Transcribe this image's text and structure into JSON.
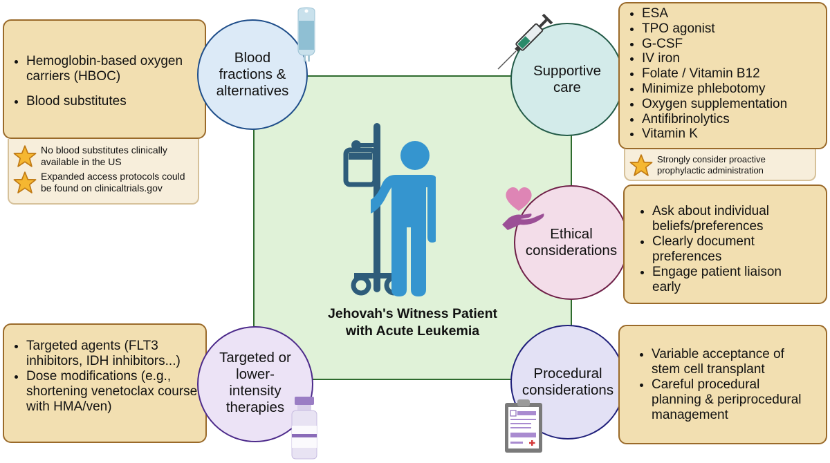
{
  "center": {
    "title_line1": "Jehovah's Witness Patient",
    "title_line2": "with Acute Leukemia",
    "icon": "patient-with-iv-pole-icon"
  },
  "topics": {
    "blood": {
      "circle_line1": "Blood",
      "circle_line2": "fractions &",
      "circle_line3": "alternatives",
      "icon": "iv-bag-icon",
      "items": [
        "Hemoglobin-based oxygen carriers (HBOC)",
        "Blood substitutes"
      ],
      "notes": [
        "No blood substitutes clinically available in the US",
        "Expanded access protocols could be found on clinicaltrials.gov"
      ]
    },
    "supportive": {
      "circle_line1": "Supportive",
      "circle_line2": "care",
      "icon": "syringe-icon",
      "items": [
        "ESA",
        "TPO agonist",
        "G-CSF",
        "IV iron",
        "Folate / Vitamin B12",
        "Minimize phlebotomy",
        "Oxygen supplementation",
        "Antifibrinolytics",
        "Vitamin K"
      ],
      "notes": [
        "Strongly consider proactive prophylactic administration"
      ]
    },
    "ethical": {
      "circle_line1": "Ethical",
      "circle_line2": "considerations",
      "icon": "heart-in-hand-icon",
      "items": [
        "Ask about individual beliefs/preferences",
        "Clearly document preferences",
        "Engage patient liaison early"
      ]
    },
    "targeted": {
      "circle_line1": "Targeted or",
      "circle_line2": "lower-",
      "circle_line3": "intensity",
      "circle_line4": "therapies",
      "icon": "medicine-vial-icon",
      "items": [
        "Targeted agents (FLT3 inhibitors, IDH inhibitors...)",
        "Dose modifications (e.g., shortening venetoclax course with HMA/ven)"
      ]
    },
    "procedural": {
      "circle_line1": "Procedural",
      "circle_line2": "considerations",
      "icon": "clipboard-icon",
      "items": [
        "Variable acceptance of stem cell transplant",
        "Careful procedural planning & periprocedural management"
      ]
    }
  },
  "colors": {
    "center_fill": "#e0f2d8",
    "center_border": "#2e6b2e",
    "box_fill": "#f2dfb1",
    "box_border": "#9a6a2a",
    "note_fill": "#f7eedb",
    "star": "#f5b731",
    "blood_circle": "#dceaf7",
    "supportive_circle": "#d3ebea",
    "ethical_circle": "#f3dde9",
    "targeted_circle": "#ece3f6",
    "procedural_circle": "#e3e1f5",
    "patient": "#3595cf",
    "iv_pole": "#2e5c7a"
  }
}
